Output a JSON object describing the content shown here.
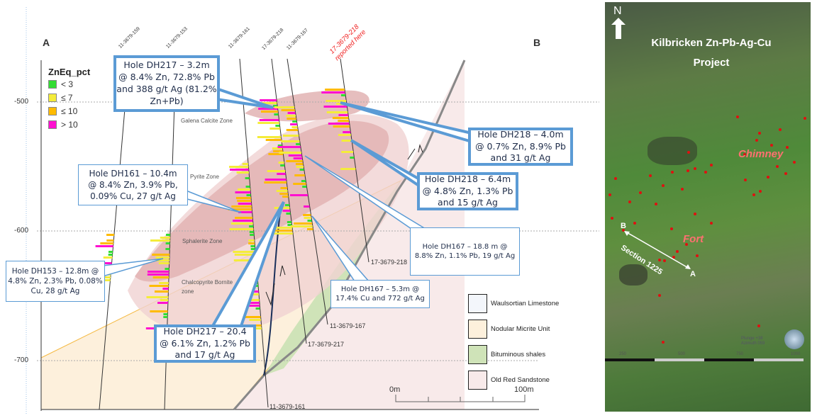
{
  "section": {
    "end_a": "A",
    "end_b": "B",
    "axis_ticks": [
      "-500",
      "-600",
      "-700"
    ],
    "legend_title": "ZnEq_pct",
    "grade_classes": [
      {
        "label": "< 3",
        "color": "#33dd33"
      },
      {
        "label": "≤ 7",
        "color": "#f4ec3a"
      },
      {
        "label": "≤ 10",
        "color": "#ffbb00"
      },
      {
        "label": "> 10",
        "color": "#ff10d0"
      }
    ],
    "collar_labels": [
      "11-3679-159",
      "11-3679-153",
      "11-3679-161",
      "17-3679-218",
      "11-3679-167"
    ],
    "highlight_label": "17-3679-218\nreported here",
    "hole_end_labels": [
      "11-3679-161",
      "17-3679-217",
      "11-3679-167",
      "17-3679-218"
    ],
    "zones": [
      "Galena Calcite Zone",
      "Pyrite Zone",
      "Sphalerite Zone",
      "Chalcopyrite Bornite\nzone"
    ],
    "callouts": [
      "Hole DH217 – 3.2m\n@ 8.4% Zn, 72.8% Pb\nand 388 g/t Ag (81.2%\nZn+Pb)",
      "Hole DH218 – 4.0m\n@ 0.7% Zn, 8.9% Pb\nand 31 g/t Ag",
      "Hole DH218 – 6.4m\n@ 4.8% Zn, 1.3% Pb\nand 15 g/t Ag",
      "Hole DH161 – 10.4m\n@ 8.4% Zn, 3.9% Pb,\n0.09% Cu, 27 g/t Ag",
      "Hole DH153 – 12.8m @\n4.8% Zn, 2.3% Pb, 0.08%\nCu, 28 g/t Ag",
      "Hole DH167 – 18.8 m @\n8.8% Zn, 1.1% Pb, 19 g/t Ag",
      "Hole DH167 – 5.3m @\n17.4% Cu and 772 g/t Ag",
      "Hole DH217 – 20.4\n@ 6.1% Zn, 1.2% Pb\nand 17 g/t Ag"
    ],
    "lithology_legend": [
      {
        "label": "Waulsortian Limestone",
        "color": "#f3f6fb"
      },
      {
        "label": "Nodular Micrite Unit",
        "color": "#fdf0dc"
      },
      {
        "label": "Bituminous shales",
        "color": "#cfe3b8"
      },
      {
        "label": "Old Red Sandstone",
        "color": "#f8eaea"
      }
    ],
    "scale": {
      "start": "0m",
      "end": "100m"
    }
  },
  "map": {
    "north": "N",
    "title": "Kilbricken Zn-Pb-Ag-Cu\nProject",
    "areas": [
      "Chimney",
      "Fort"
    ],
    "section_label": "Section 1225",
    "end_a": "A",
    "end_b": "B",
    "view": "Plunge +38\nAzimuth 059",
    "scale_ticks": [
      "250",
      "500",
      "750",
      "1000"
    ]
  }
}
